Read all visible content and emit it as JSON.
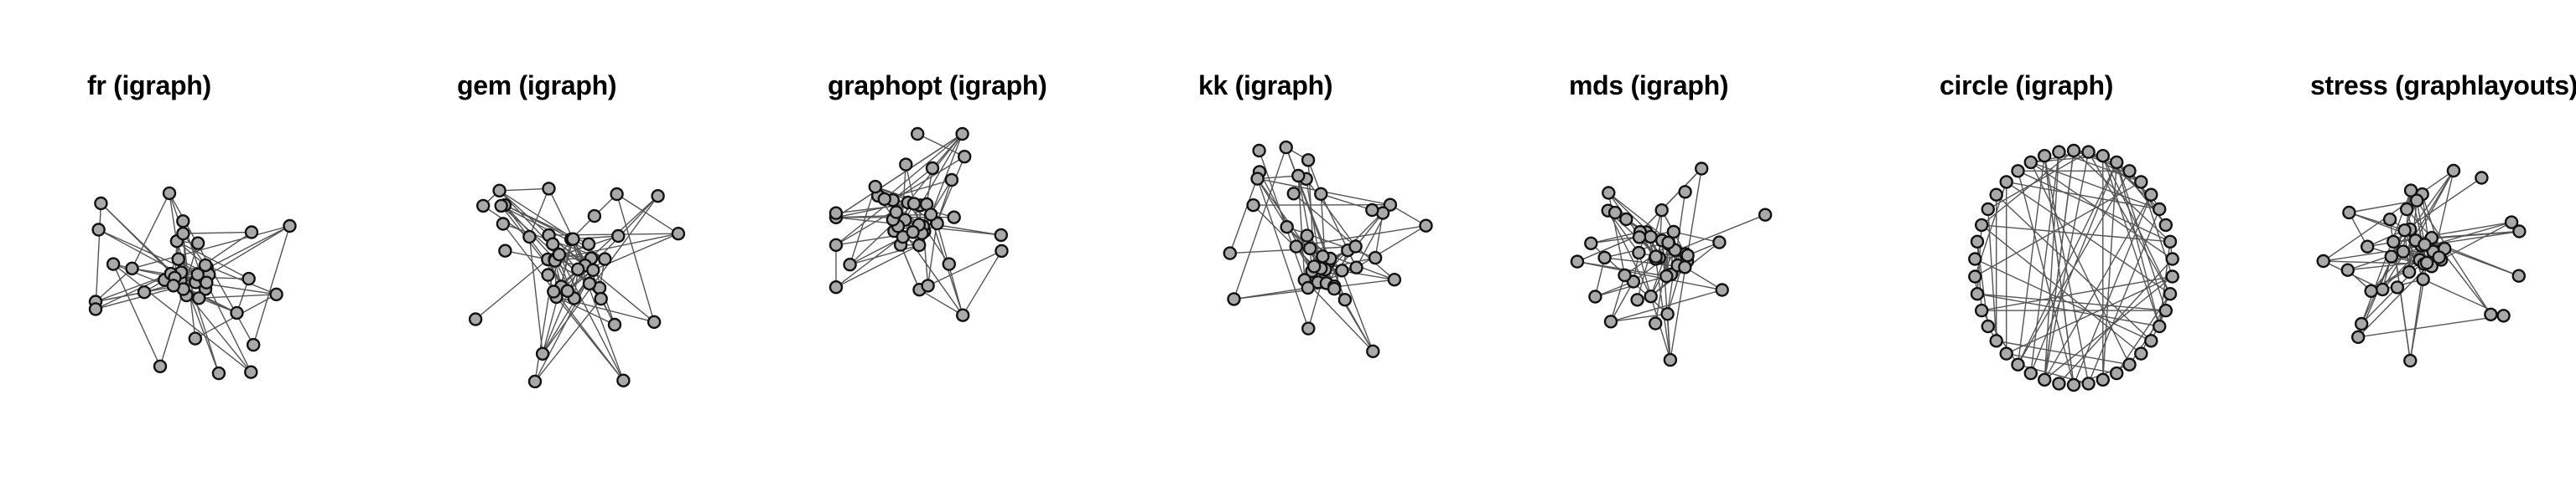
{
  "panels": [
    {
      "title": "fr (igraph)"
    },
    {
      "title": "gem (igraph)"
    },
    {
      "title": "graphopt (igraph)"
    },
    {
      "title": "kk (igraph)"
    },
    {
      "title": "mds (igraph)"
    },
    {
      "title": "circle (igraph)"
    },
    {
      "title": "stress (graphlayouts)"
    }
  ],
  "colors": {
    "node_fill": "#a9a9a9",
    "node_stroke": "#111111",
    "edge": "#555555"
  }
}
